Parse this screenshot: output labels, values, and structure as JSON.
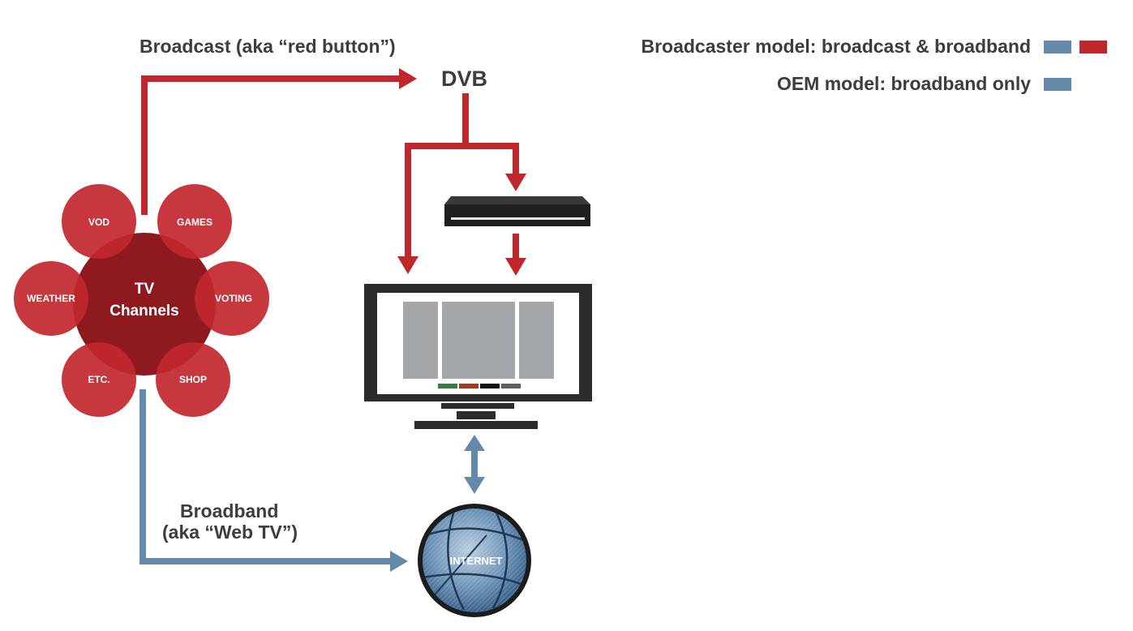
{
  "labels": {
    "broadcast": "Broadcast (aka “red button”)",
    "dvb": "DVB",
    "broadband_line1": "Broadband",
    "broadband_line2": "(aka “Web TV”)"
  },
  "legend": {
    "broadcaster_model": "Broadcaster model: broadcast & broadband",
    "oem_model": "OEM model: broadband only"
  },
  "hub": {
    "center_line1": "TV",
    "center_line2": "Channels",
    "services": {
      "vod": "VOD",
      "games": "GAMES",
      "weather": "WEATHER",
      "voting": "VOTING",
      "etc": "ETC.",
      "shop": "SHOP"
    }
  },
  "internet": "INTERNET",
  "colors": {
    "broadcast_red": "#c0272d",
    "broadband_blue": "#6589ab",
    "hub_dark": "#8e1a1f",
    "service_red": "#c1272d",
    "overlap_red": "#e63238",
    "text_dark": "#3d3d3d"
  },
  "icons": {
    "set_top_box": "set-top-box-icon",
    "tv": "tv-monitor-icon",
    "internet": "globe-icon"
  }
}
